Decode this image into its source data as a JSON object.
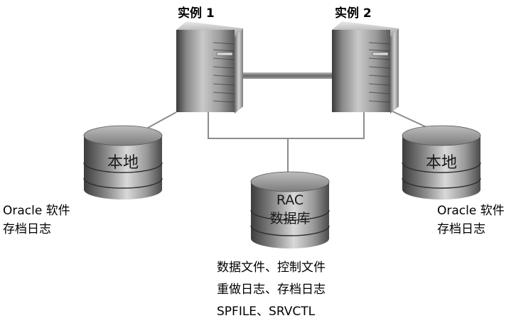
{
  "instances": [
    {
      "label": "实例 1"
    },
    {
      "label": "实例 2"
    }
  ],
  "local_disks": [
    {
      "label": "本地",
      "notes": [
        "Oracle 软件",
        "存档日志"
      ]
    },
    {
      "label": "本地",
      "notes": [
        "Oracle 软件",
        "存档日志"
      ]
    }
  ],
  "shared_db": {
    "label_line1": "RAC",
    "label_line2": "数据库",
    "contents": [
      "数据文件、控制文件",
      "重做日志、存档日志",
      "SPFILE、SRVCTL"
    ]
  }
}
